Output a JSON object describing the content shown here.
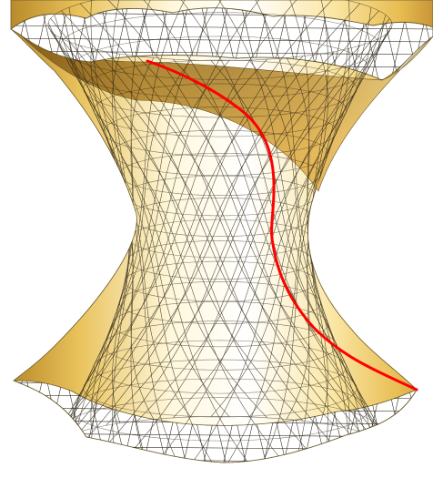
{
  "figure": {
    "kind": "hyperboloid-of-one-sheet-wireframe",
    "colors": {
      "surface_light": "#fff6cf",
      "surface_mid": "#f0c85a",
      "surface_dark": "#a8761a",
      "mesh_line": "#2a2416",
      "curve": "#ff0000",
      "background": "#ffffff"
    },
    "highlighted_curve": {
      "color_name": "red",
      "kind": "geodesic-curve"
    }
  }
}
